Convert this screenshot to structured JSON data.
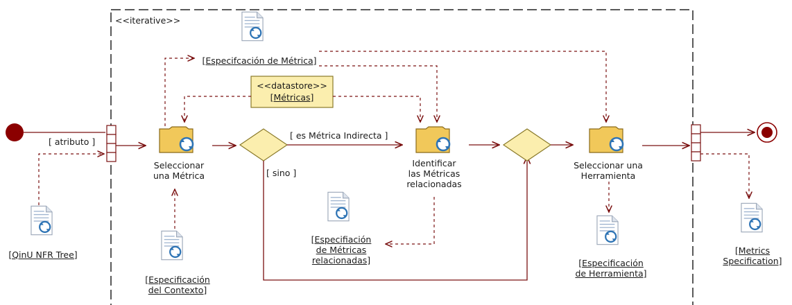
{
  "region": {
    "stereotype": "<<iterative>>"
  },
  "actions": {
    "select_metric": [
      "Seleccionar",
      "una Métrica"
    ],
    "identify_metrics": [
      "Identificar",
      "las Métricas",
      "relacionadas"
    ],
    "select_tool": [
      "Seleccionar una",
      "Herramienta"
    ]
  },
  "artifacts": {
    "metric_spec": [
      "[Especifcación de Métrica]"
    ],
    "datastore_stereo": "<<datastore>>",
    "datastore_name": "[Métricas]",
    "nfr_tree": [
      "[QinU NFR Tree]"
    ],
    "context_spec": [
      "[Especificación",
      "del Contexto]"
    ],
    "related_spec": [
      "[Especifiación",
      "de Métricas",
      "relacionadas]"
    ],
    "tool_spec": [
      "[Especificación",
      "de Herramienta]"
    ],
    "metrics_spec": [
      "[Metrics",
      "Specification]"
    ]
  },
  "guards": {
    "attribute": "[ atributo ]",
    "indirect": "[ es Métrica Indirecta ]",
    "else": "[ sino ]"
  },
  "colors": {
    "flow": "#7a1010",
    "node_fill": "#fbeeae",
    "node_stroke": "#8a7a2a",
    "action_fill": "#f1c85a",
    "action_stroke": "#8a6a1a",
    "gear": "#2e74b5",
    "initial": "#8b0000"
  }
}
